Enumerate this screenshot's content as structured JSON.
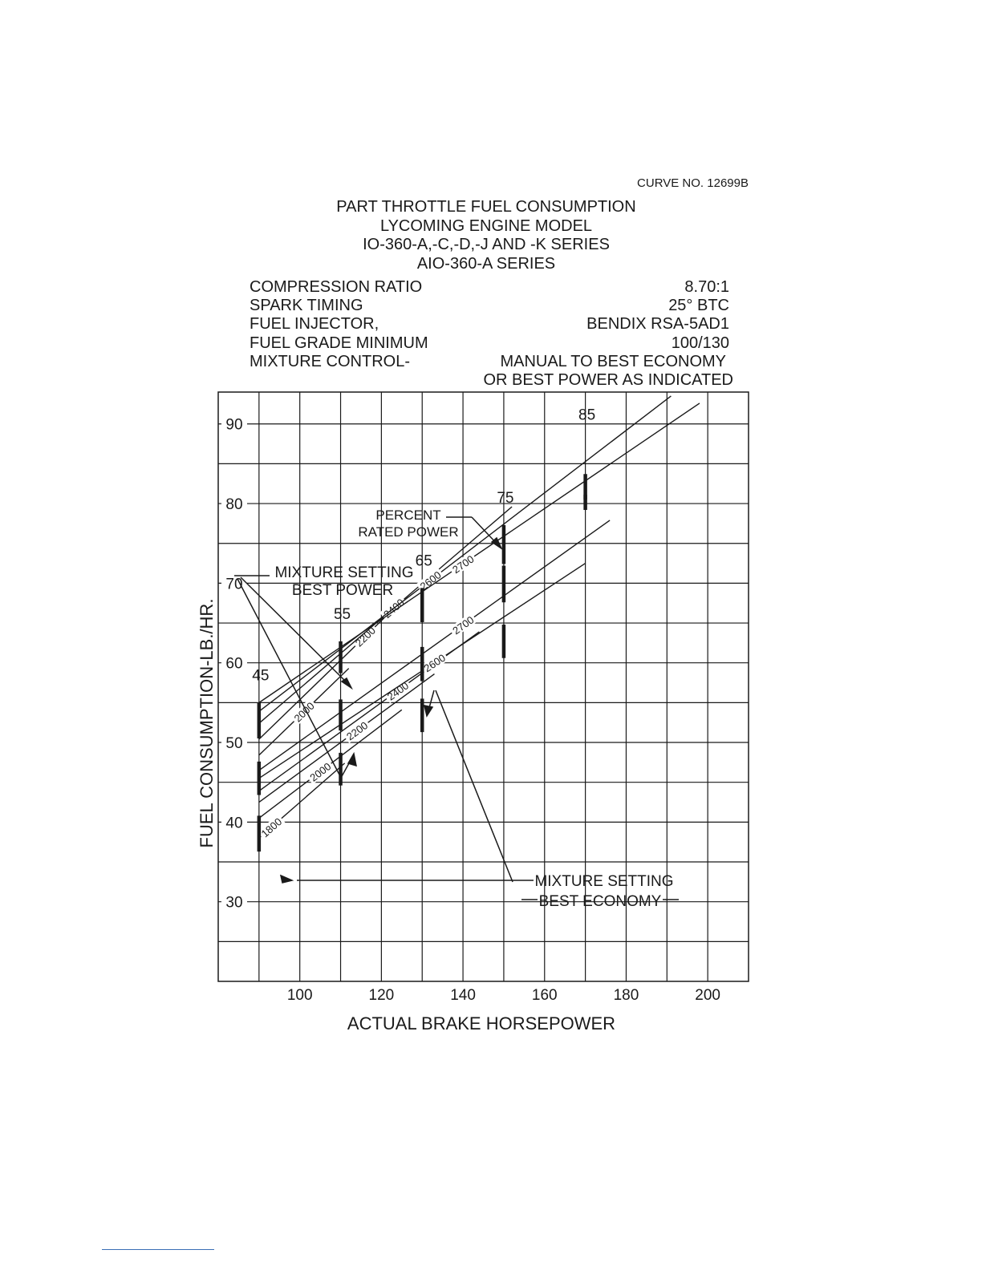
{
  "curve_no": "CURVE NO. 12699B",
  "title_lines": [
    "PART THROTTLE   FUEL CONSUMPTION",
    "LYCOMING ENGINE MODEL",
    "IO-360-A,-C,-D,-J AND -K SERIES",
    "AIO-360-A SERIES"
  ],
  "specs": [
    {
      "label": "COMPRESSION RATIO",
      "value": "8.70:1"
    },
    {
      "label": "SPARK TIMING",
      "value": "25° BTC"
    },
    {
      "label": "FUEL INJECTOR,",
      "value": "BENDIX RSA-5AD1"
    },
    {
      "label": "FUEL GRADE MINIMUM",
      "value": "100/130"
    },
    {
      "label": "MIXTURE CONTROL-",
      "value": "MANUAL TO BEST ECONOMY"
    },
    {
      "label": "",
      "value": "OR BEST POWER AS INDICATED"
    }
  ],
  "chart_data": {
    "type": "line",
    "xlabel": "ACTUAL BRAKE HORSEPOWER",
    "ylabel": "FUEL CONSUMPTION-LB./HR.",
    "xlim": [
      80,
      210
    ],
    "ylim": [
      20,
      94
    ],
    "xticks": [
      100,
      120,
      140,
      160,
      180,
      200
    ],
    "yticks": [
      30,
      40,
      50,
      60,
      70,
      80,
      90
    ],
    "grid": true,
    "series": [
      {
        "name": "2000",
        "mode": "BEST POWER",
        "x": [
          90,
          112
        ],
        "y": [
          48.4,
          59.3
        ]
      },
      {
        "name": "2200",
        "mode": "BEST POWER",
        "x": [
          90,
          121
        ],
        "y": [
          50.4,
          65.8
        ]
      },
      {
        "name": "2400",
        "mode": "BEST POWER",
        "x": [
          90,
          152
        ],
        "y": [
          52.4,
          79.6
        ]
      },
      {
        "name": "2600",
        "mode": "BEST POWER",
        "x": [
          90,
          191
        ],
        "y": [
          53.9,
          93.5
        ]
      },
      {
        "name": "2700",
        "mode": "BEST POWER",
        "x": [
          90,
          198
        ],
        "y": [
          55.0,
          92.6
        ]
      },
      {
        "name": "1800",
        "mode": "BEST ECONOMY",
        "x": [
          90,
          111
        ],
        "y": [
          38.0,
          47.4
        ]
      },
      {
        "name": "2000",
        "mode": "BEST ECONOMY",
        "x": [
          90,
          125
        ],
        "y": [
          40.5,
          54.1
        ]
      },
      {
        "name": "2200",
        "mode": "BEST ECONOMY",
        "x": [
          90,
          133
        ],
        "y": [
          42.5,
          58.6
        ]
      },
      {
        "name": "2400",
        "mode": "BEST ECONOMY",
        "x": [
          90,
          144
        ],
        "y": [
          43.9,
          63.9
        ]
      },
      {
        "name": "2600",
        "mode": "BEST ECONOMY",
        "x": [
          90,
          170
        ],
        "y": [
          45.5,
          72.5
        ]
      },
      {
        "name": "2700",
        "mode": "BEST ECONOMY",
        "x": [
          90,
          176
        ],
        "y": [
          46.5,
          77.9
        ]
      }
    ],
    "percent_rated_power": [
      {
        "label": "45",
        "x": 90,
        "power_y": [
          50.5,
          55
        ],
        "economy_y": [
          36.3,
          40.8
        ]
      },
      {
        "label": "55",
        "x": 110,
        "power_y": [
          58.7,
          62.7
        ],
        "economy_y": [
          44.6,
          48.7
        ]
      },
      {
        "label": "65",
        "x": 130,
        "power_y": [
          65.1,
          69.4
        ],
        "economy_y": [
          51.3,
          55.5
        ]
      },
      {
        "label": "75",
        "x": 150,
        "power_y": [
          72.4,
          77.3
        ],
        "economy_y": [
          60.6,
          64.8
        ]
      },
      {
        "label": "85",
        "x": 170,
        "power_y": [
          79.2,
          83.7
        ],
        "economy_y": []
      }
    ],
    "extra_bar_ranges": [
      {
        "x": 90,
        "y": [
          43.4,
          47.6
        ]
      },
      {
        "x": 110,
        "y": [
          51.5,
          55.4
        ]
      },
      {
        "x": 130,
        "y": [
          57.7,
          62.0
        ]
      },
      {
        "x": 150,
        "y": [
          67.6,
          72.2
        ]
      }
    ],
    "annotations": {
      "percent_rated_power": [
        "PERCENT",
        "RATED POWER"
      ],
      "best_power": [
        "MIXTURE SETTING",
        "BEST POWER"
      ],
      "best_economy": [
        "MIXTURE SETTING",
        "BEST  ECONOMY"
      ]
    }
  }
}
